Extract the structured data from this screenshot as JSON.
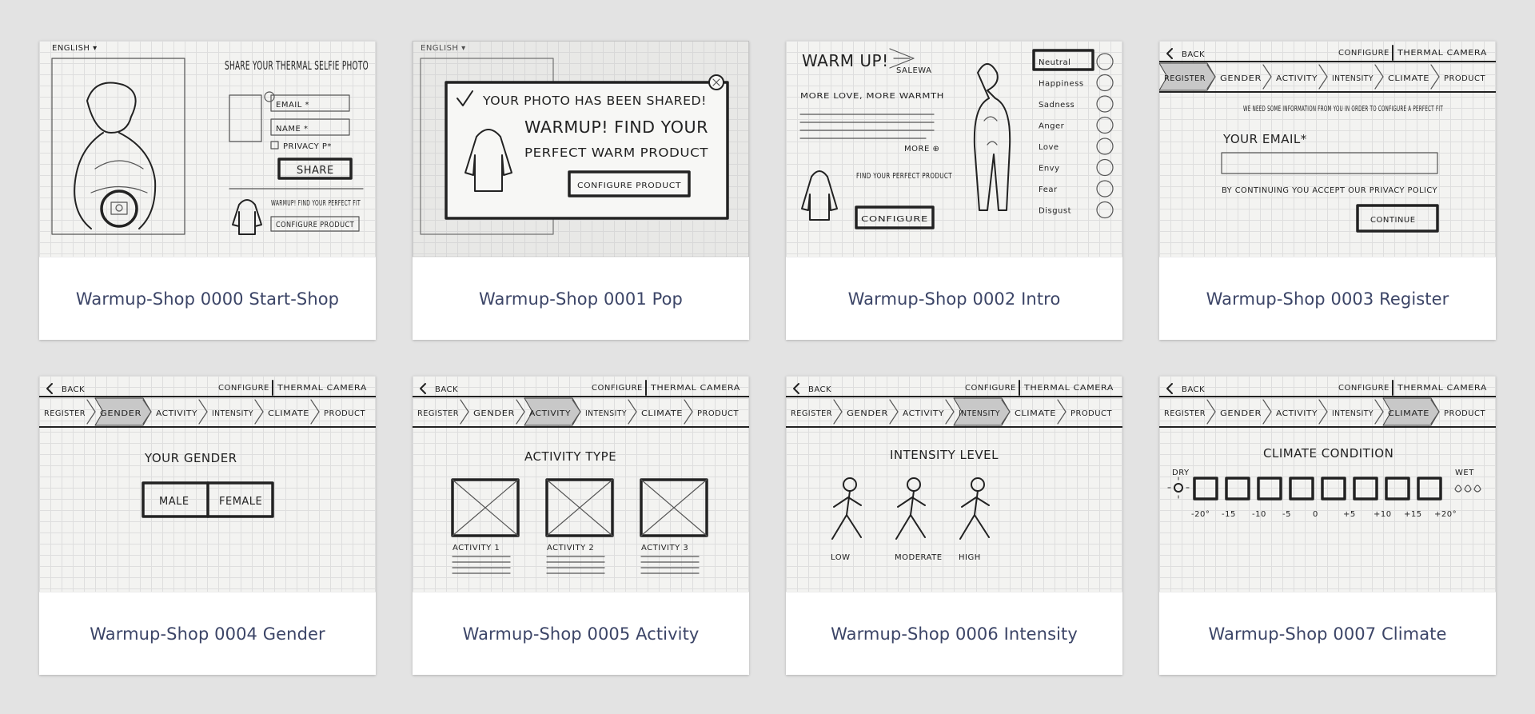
{
  "cards": [
    {
      "title": "Warmup-Shop 0000 Start-Shop",
      "sketch": {
        "language": "ENGLISH ▾",
        "heading": "SHARE YOUR THERMAL SELFIE PHOTO",
        "email": "EMAIL *",
        "name": "NAME *",
        "privacy": "PRIVACY P*",
        "share": "SHARE",
        "promo": "WARMUP! FIND YOUR PERFECT FIT",
        "configure": "CONFIGURE PRODUCT"
      }
    },
    {
      "title": "Warmup-Shop 0001 Pop",
      "sketch": {
        "language": "ENGLISH ▾",
        "shared": "YOUR PHOTO HAS BEEN SHARED!",
        "headline1": "WARMUP! FIND YOUR",
        "headline2": "PERFECT WARM PRODUCT",
        "configure": "CONFIGURE PRODUCT"
      }
    },
    {
      "title": "Warmup-Shop 0002 Intro",
      "sketch": {
        "heading": "WARM UP!",
        "brand": "SALEWA",
        "tagline": "MORE LOVE, MORE WARMTH",
        "more": "MORE ⊕",
        "find": "FIND YOUR PERFECT PRODUCT",
        "configure": "CONFIGURE",
        "emotions": [
          "Neutral",
          "Happiness",
          "Sadness",
          "Anger",
          "Love",
          "Envy",
          "Fear",
          "Disgust"
        ]
      }
    },
    {
      "title": "Warmup-Shop 0003 Register",
      "sketch": {
        "back": "BACK",
        "configure": "CONFIGURE",
        "camera": "THERMAL CAMERA",
        "steps": [
          "REGISTER",
          "GENDER",
          "ACTIVITY",
          "INTENSITY",
          "CLIMATE",
          "PRODUCT"
        ],
        "info": "WE NEED SOME INFORMATION FROM YOU IN ORDER TO CONFIGURE A PERFECT FIT",
        "email": "YOUR EMAIL*",
        "policy": "BY CONTINUING YOU ACCEPT OUR PRIVACY POLICY",
        "continue": "CONTINUE"
      }
    },
    {
      "title": "Warmup-Shop 0004 Gender",
      "sketch": {
        "back": "BACK",
        "configure": "CONFIGURE",
        "camera": "THERMAL CAMERA",
        "steps": [
          "REGISTER",
          "GENDER",
          "ACTIVITY",
          "INTENSITY",
          "CLIMATE",
          "PRODUCT"
        ],
        "heading": "YOUR GENDER",
        "male": "MALE",
        "female": "FEMALE"
      }
    },
    {
      "title": "Warmup-Shop 0005 Activity",
      "sketch": {
        "back": "BACK",
        "configure": "CONFIGURE",
        "camera": "THERMAL CAMERA",
        "steps": [
          "REGISTER",
          "GENDER",
          "ACTIVITY",
          "INTENSITY",
          "CLIMATE",
          "PRODUCT"
        ],
        "heading": "ACTIVITY TYPE",
        "activities": [
          "ACTIVITY 1",
          "ACTIVITY 2",
          "ACTIVITY 3"
        ]
      }
    },
    {
      "title": "Warmup-Shop 0006 Intensity",
      "sketch": {
        "back": "BACK",
        "configure": "CONFIGURE",
        "camera": "THERMAL CAMERA",
        "steps": [
          "REGISTER",
          "GENDER",
          "ACTIVITY",
          "INTENSITY",
          "CLIMATE",
          "PRODUCT"
        ],
        "heading": "INTENSITY LEVEL",
        "levels": [
          "LOW",
          "MODERATE",
          "HIGH"
        ]
      }
    },
    {
      "title": "Warmup-Shop 0007 Climate",
      "sketch": {
        "back": "BACK",
        "configure": "CONFIGURE",
        "camera": "THERMAL CAMERA",
        "steps": [
          "REGISTER",
          "GENDER",
          "ACTIVITY",
          "INTENSITY",
          "CLIMATE",
          "PRODUCT"
        ],
        "heading": "CLIMATE CONDITION",
        "dry": "DRY",
        "wet": "WET",
        "scale": [
          "-20°",
          "-15",
          "-10",
          "-5",
          "0",
          "+5",
          "+10",
          "+15",
          "+20°"
        ]
      }
    }
  ]
}
